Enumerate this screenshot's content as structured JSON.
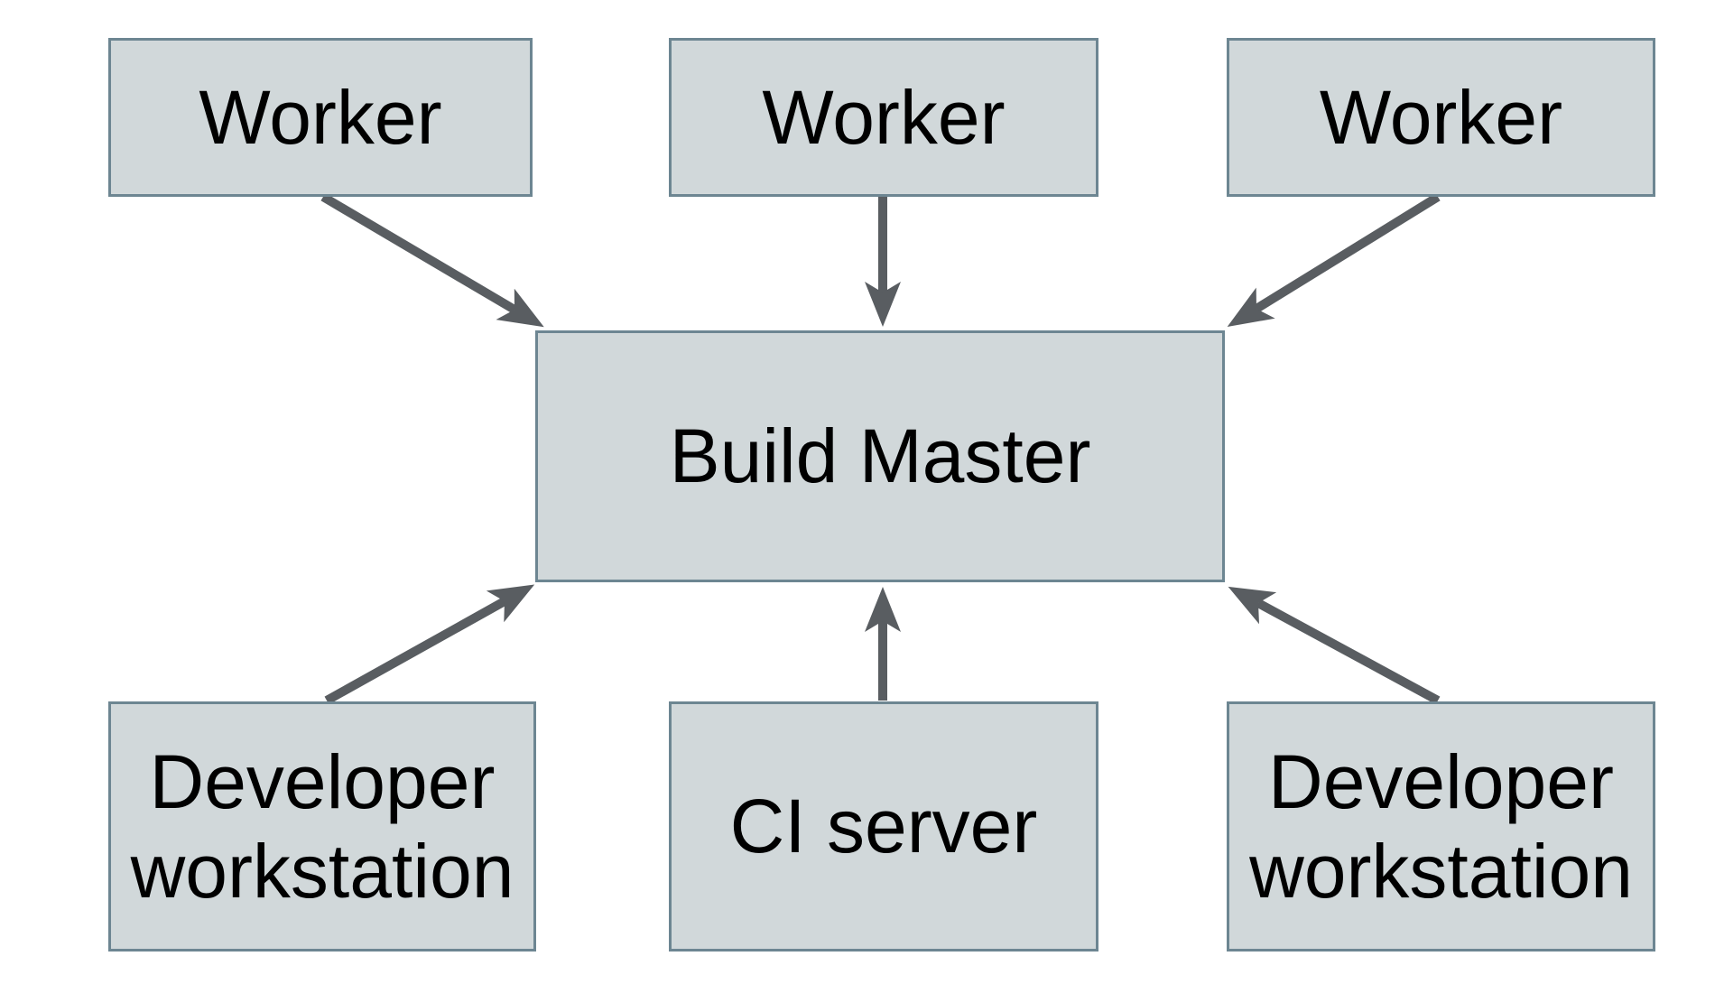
{
  "background": "#ffffff",
  "colors": {
    "node_fill": "#d1d8da",
    "node_border": "#6d8692",
    "arrow": "#595d61",
    "text": "#000000"
  },
  "nodes": {
    "worker1": {
      "label": "Worker"
    },
    "worker2": {
      "label": "Worker"
    },
    "worker3": {
      "label": "Worker"
    },
    "build_master": {
      "label": "Build Master"
    },
    "dev_workstation_left": {
      "line1": "Developer",
      "line2": "workstation"
    },
    "ci_server": {
      "label": "CI server"
    },
    "dev_workstation_right": {
      "line1": "Developer",
      "line2": "workstation"
    }
  },
  "edges": [
    {
      "from": "worker1",
      "to": "build_master",
      "direction": "down-right"
    },
    {
      "from": "worker2",
      "to": "build_master",
      "direction": "down"
    },
    {
      "from": "worker3",
      "to": "build_master",
      "direction": "down-left"
    },
    {
      "from": "dev_workstation_left",
      "to": "build_master",
      "direction": "up-right"
    },
    {
      "from": "ci_server",
      "to": "build_master",
      "direction": "up"
    },
    {
      "from": "dev_workstation_right",
      "to": "build_master",
      "direction": "up-left"
    }
  ]
}
